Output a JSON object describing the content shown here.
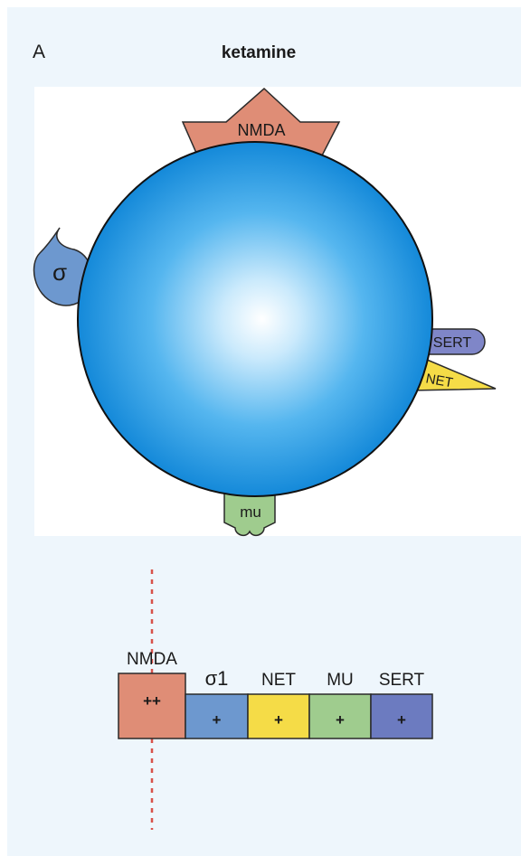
{
  "panel_label": "A",
  "title": "ketamine",
  "receptors": {
    "nmda": "NMDA",
    "sigma": "σ",
    "sert": "SERT",
    "net": "NET",
    "mu": "mu"
  },
  "binding_chart": {
    "labels": [
      "NMDA",
      "σ1",
      "NET",
      "MU",
      "SERT"
    ],
    "symbols": [
      "++",
      "+",
      "+",
      "+",
      "+"
    ],
    "colors": [
      "#df8d76",
      "#6d98cf",
      "#f5dc47",
      "#9fcc8e",
      "#6c7bc0"
    ]
  },
  "colors": {
    "neuron_center": "#ffffff",
    "neuron_mid": "#55b6ef",
    "neuron_edge": "#1489d9",
    "nmda": "#df8d76",
    "sigma": "#6d98cf",
    "sert": "#7f86c8",
    "net": "#f5dc47",
    "mu": "#9fcc8e",
    "threshold_line": "#d8524a"
  }
}
